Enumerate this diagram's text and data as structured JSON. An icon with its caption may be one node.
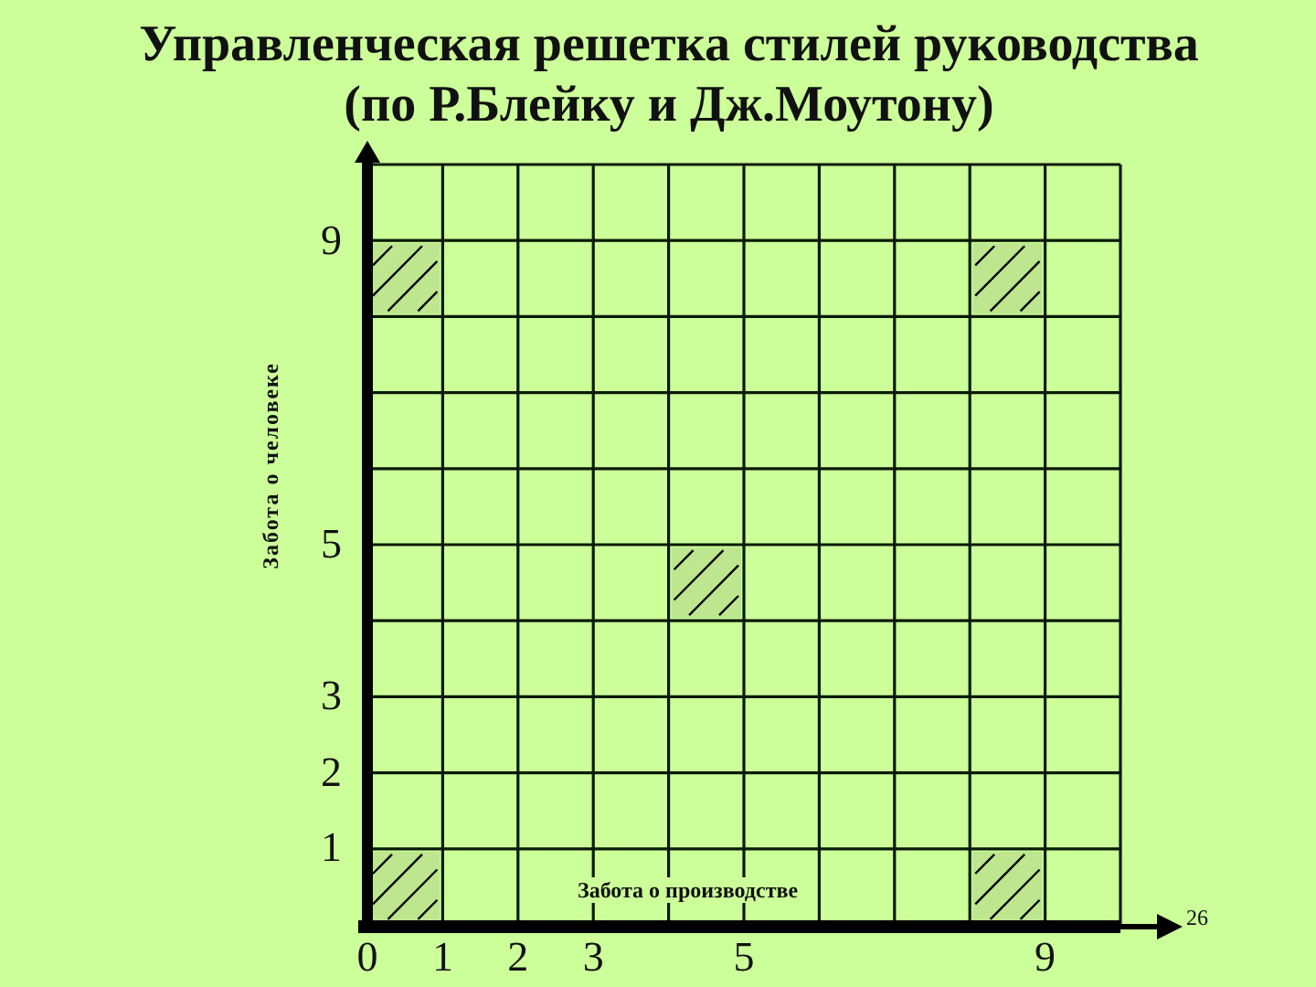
{
  "diagram": {
    "title": "Управленческая решетка стилей руководства (по Р.Блейку и Дж.Моутону)",
    "labels": [
      "26"
    ],
    "chart_data": {
      "type": "scatter",
      "xlabel": "Забота о производстве",
      "ylabel": "Забота о человеке",
      "x": [
        0.5,
        8.5,
        4.5,
        0.5,
        8.5
      ],
      "series": [
        {
          "color": "#bde68f",
          "values": [
            8.5,
            8.5,
            4.5,
            0.5,
            0.5
          ]
        }
      ],
      "xlim": [
        0,
        10
      ],
      "ylim": [
        0,
        10
      ],
      "xticks": [
        0,
        1,
        2,
        3,
        5,
        9
      ],
      "yticks": [
        1,
        2,
        3,
        5,
        9
      ],
      "grid": true
    }
  }
}
